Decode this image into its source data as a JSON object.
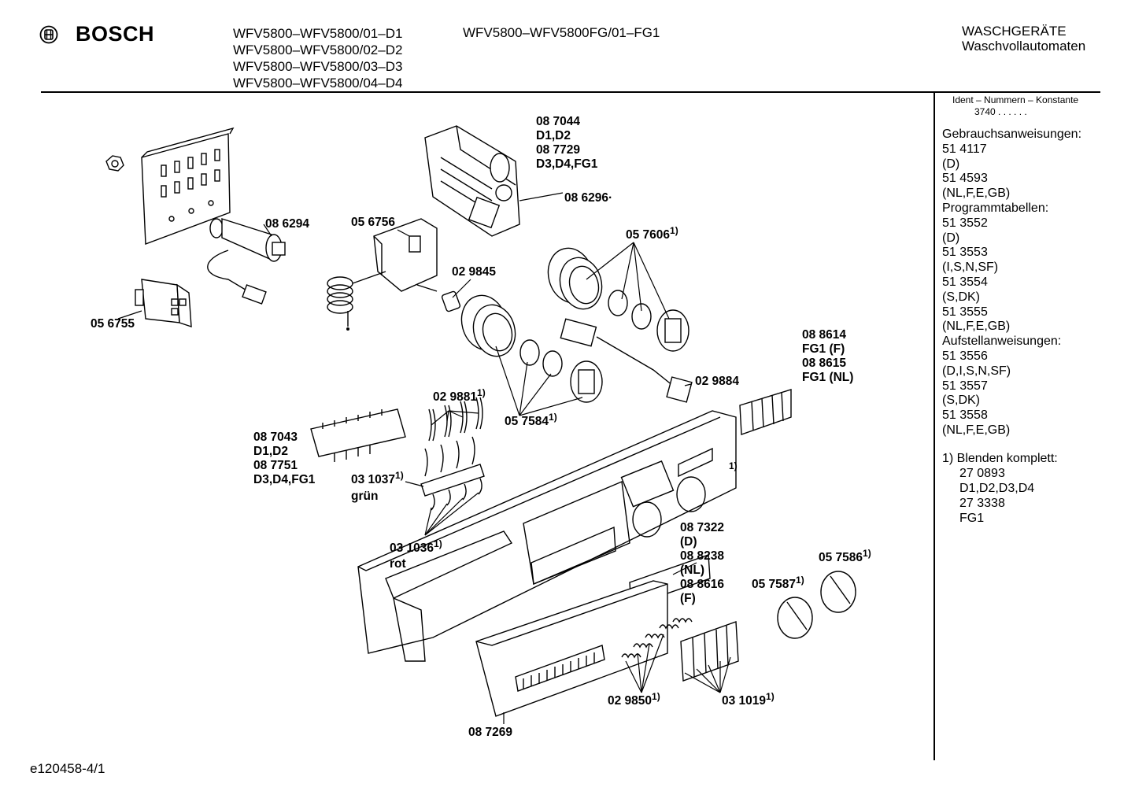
{
  "header": {
    "brand": "BOSCH",
    "models_col1": [
      "WFV5800–WFV5800/01–D1",
      "WFV5800–WFV5800/02–D2",
      "WFV5800–WFV5800/03–D3",
      "WFV5800–WFV5800/04–D4"
    ],
    "model_col2": "WFV5800–WFV5800FG/01–FG1",
    "category_line1": "WASCHGERÄTE",
    "category_line2": "Waschvollautomaten"
  },
  "sidebar": {
    "ident_title": "Ident – Nummern – Konstante",
    "ident_value": "3740 . . . . . .",
    "lines": [
      "Gebrauchsanweisungen:",
      "51 4117",
      "(D)",
      "51 4593",
      "(NL,F,E,GB)",
      "Programmtabellen:",
      "51 3552",
      "(D)",
      "51 3553",
      "(I,S,N,SF)",
      "51 3554",
      "(S,DK)",
      "51 3555",
      "(NL,F,E,GB)",
      "Aufstellanweisungen:",
      "51 3556",
      "(D,I,S,N,SF)",
      "51 3557",
      "(S,DK)",
      "51 3558",
      "(NL,F,E,GB)"
    ],
    "footnote_title": "1)  Blenden komplett:",
    "footnote_lines": [
      "27 0893",
      "D1,D2,D3,D4",
      "27 3338",
      "FG1"
    ]
  },
  "footer_code": "e120458-4/1",
  "parts": [
    {
      "id": "p1",
      "lines": [
        "08 7044",
        "D1,D2",
        "08 7729",
        "D3,D4,FG1"
      ],
      "sup": ""
    },
    {
      "id": "p2",
      "lines": [
        "08 6296·"
      ],
      "sup": ""
    },
    {
      "id": "p3",
      "lines": [
        "08 6294"
      ],
      "sup": ""
    },
    {
      "id": "p4",
      "lines": [
        "05 6756"
      ],
      "sup": ""
    },
    {
      "id": "p5",
      "lines": [
        "05 7606"
      ],
      "sup": "1)"
    },
    {
      "id": "p6",
      "lines": [
        "02 9845"
      ],
      "sup": ""
    },
    {
      "id": "p7",
      "lines": [
        "05 6755"
      ],
      "sup": ""
    },
    {
      "id": "p8",
      "lines": [
        "08 8614",
        "FG1 (F)",
        "08 8615",
        "FG1 (NL)"
      ],
      "sup": ""
    },
    {
      "id": "p9",
      "lines": [
        "02 9884"
      ],
      "sup": ""
    },
    {
      "id": "p10",
      "lines": [
        "02 9881"
      ],
      "sup": "1)"
    },
    {
      "id": "p11",
      "lines": [
        "05 7584"
      ],
      "sup": "1)"
    },
    {
      "id": "p12",
      "lines": [
        "08 7043",
        "D1,D2",
        "08 7751",
        "D3,D4,FG1"
      ],
      "sup": ""
    },
    {
      "id": "p13",
      "lines": [
        "03 1037"
      ],
      "sup": "1)"
    },
    {
      "id": "p13b",
      "lines": [
        "grün"
      ],
      "sup": ""
    },
    {
      "id": "p14",
      "lines": [
        ""
      ],
      "sup": "1)"
    },
    {
      "id": "p15",
      "lines": [
        "08 7322",
        "(D)",
        "08 8238",
        "(NL)",
        "08 8616",
        "(F)"
      ],
      "sup": ""
    },
    {
      "id": "p16",
      "lines": [
        "03 1036"
      ],
      "sup": "1)"
    },
    {
      "id": "p16b",
      "lines": [
        "rot"
      ],
      "sup": ""
    },
    {
      "id": "p17",
      "lines": [
        "05 7586"
      ],
      "sup": "1)"
    },
    {
      "id": "p18",
      "lines": [
        "05 7587"
      ],
      "sup": "1)"
    },
    {
      "id": "p19",
      "lines": [
        "02 9850"
      ],
      "sup": "1)"
    },
    {
      "id": "p20",
      "lines": [
        "03 1019"
      ],
      "sup": "1)"
    },
    {
      "id": "p21",
      "lines": [
        "08 7269"
      ],
      "sup": ""
    }
  ]
}
